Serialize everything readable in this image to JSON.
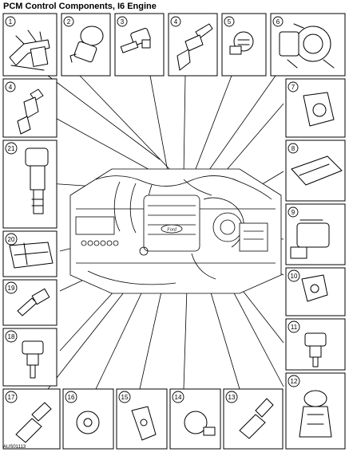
{
  "title": "PCM Control Components, I6 Engine",
  "figure_ref": "AUS01113",
  "callouts": {
    "c1": "1",
    "c2": "2",
    "c3": "3",
    "c4a": "4",
    "c5": "5",
    "c6": "6",
    "c4b": "4",
    "c7": "7",
    "c21": "21",
    "c8": "8",
    "c20": "20",
    "c9": "9",
    "c19": "19",
    "c10": "10",
    "c18": "18",
    "c11": "11",
    "c17": "17",
    "c16": "16",
    "c15": "15",
    "c14": "14",
    "c13": "13",
    "c12": "12"
  },
  "engine_badge": "Ford"
}
